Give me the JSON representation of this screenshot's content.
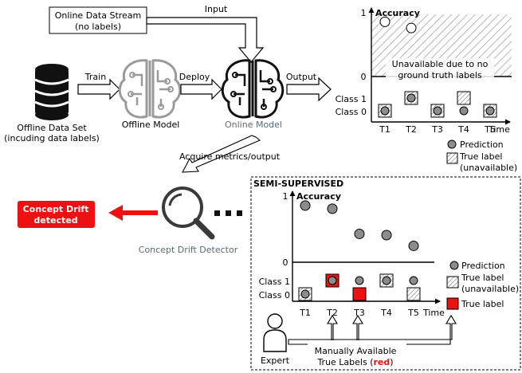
{
  "source": {
    "stream_line1": "Online Data Stream",
    "stream_line2": "(no labels)",
    "input_label": "Input",
    "offline_dataset_line1": "Offline Data Set",
    "offline_dataset_line2": "(incuding data labels)"
  },
  "pipeline": {
    "train_label": "Train",
    "deploy_label": "Deploy",
    "output_label": "Output",
    "offline_model_label": "Offline Model",
    "online_model_label": "Online Model",
    "acquire_label": "Acquire metrics/output",
    "detector_label": "Concept Drift Detector",
    "drift_line1": "Concept Drift",
    "drift_line2": "detected"
  },
  "top_panel": {
    "y_axis_title": "Accuracy",
    "y_tick_1": "1",
    "y_tick_0": "0",
    "unavailable_line1": "Unavailable due to no",
    "unavailable_line2": "ground truth labels",
    "class1_label": "Class 1",
    "class0_label": "Class 0",
    "time_label": "Time",
    "legend_prediction": "Prediction",
    "legend_true_line1": "True label",
    "legend_true_line2": "(unavailable)"
  },
  "bottom_panel": {
    "title": "SEMI-SUPERVISED",
    "y_axis_title": "Accuracy",
    "y_tick_1": "1",
    "y_tick_0": "0",
    "class1_label": "Class 1",
    "class0_label": "Class 0",
    "time_label": "Time",
    "legend_prediction": "Prediction",
    "legend_true_line1": "True label",
    "legend_true_line2": "(unavailable)",
    "legend_true_available": "True label",
    "expert_label": "Expert",
    "manual_line1": "Manually Available",
    "manual_line2_prefix": "True Labels (",
    "manual_line2_red": "red",
    "manual_line2_suffix": ")"
  },
  "chart_data": [
    {
      "type": "scatter",
      "y_axis_title": "Accuracy",
      "ylim": [
        0,
        1
      ],
      "x": [
        "T1",
        "T2",
        "T3",
        "T4",
        "T5"
      ],
      "series": [
        {
          "name": "Accuracy",
          "values": [
            0.88,
            0.78,
            null,
            null,
            null
          ]
        },
        {
          "name": "Prediction",
          "values": [
            "Class 0",
            "Class 1",
            "Class 0",
            "Class 0",
            "Class 0"
          ]
        },
        {
          "name": "True label (unavailable)",
          "values": [
            "Class 0",
            "Class 1",
            "Class 0",
            "Class 1",
            "Class 0"
          ]
        }
      ],
      "colors": {
        "true_unavailable": "#d9d9d9",
        "prediction": "#8c8c8c"
      }
    },
    {
      "type": "scatter",
      "y_axis_title": "Accuracy",
      "ylim": [
        0,
        1
      ],
      "x": [
        "T1",
        "T2",
        "T3",
        "T4",
        "T5"
      ],
      "series": [
        {
          "name": "Accuracy",
          "values": [
            0.9,
            0.85,
            0.45,
            0.43,
            0.26
          ]
        },
        {
          "name": "Prediction",
          "values": [
            "Class 0",
            "Class 1",
            "Class 1",
            "Class 1",
            "Class 1"
          ]
        },
        {
          "name": "True label (unavailable)",
          "values": [
            "Class 0",
            null,
            null,
            "Class 1",
            "Class 0"
          ]
        },
        {
          "name": "True label",
          "values": [
            null,
            "Class 1",
            "Class 0",
            null,
            null
          ]
        }
      ],
      "colors": {
        "true_available": "#ee1111",
        "prediction": "#8c8c8c"
      }
    }
  ]
}
